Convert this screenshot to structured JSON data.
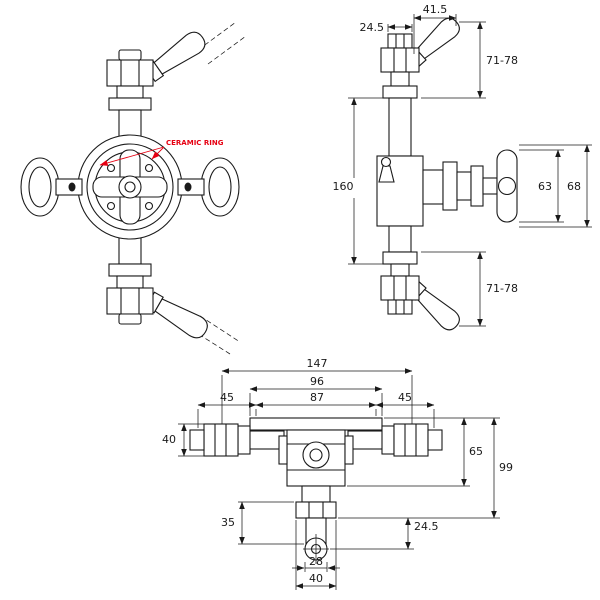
{
  "diagram": {
    "colors": {
      "line": "#1a1a1a",
      "annotation": "#e60012",
      "background": "#ffffff"
    },
    "front_view": {
      "ceramic_ring_label": "CERAMIC RING"
    },
    "side_view": {
      "lever_reach": "41.5",
      "cap_diameter": "24.5",
      "lever_clearance_top": "71-78",
      "inlet_centres": "160",
      "handle_height": "63",
      "handle_overall_height": "68",
      "lever_clearance_bottom": "71-78"
    },
    "plan_view": {
      "overall_width": "147",
      "plate_width": "96",
      "fixing_centres": "87",
      "left_inlet": "45",
      "right_inlet": "45",
      "inlet_diameter": "40",
      "body_projection": "65",
      "overall_projection": "99",
      "outlet_length": "35",
      "outlet_offset": "24.5",
      "outlet_bore": "28",
      "outlet_diameter": "40"
    }
  }
}
